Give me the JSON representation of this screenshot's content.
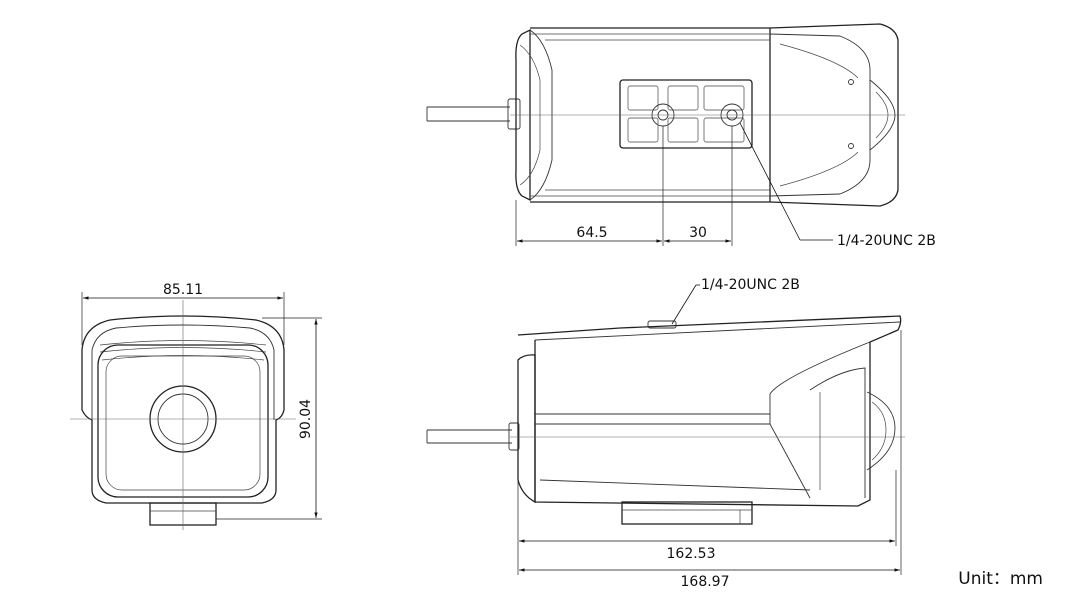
{
  "top_view": {
    "dim_bracket_offset": "64.5",
    "dim_hole_spacing": "30",
    "thread_label": "1/4-20UNC 2B"
  },
  "front_view": {
    "dim_width": "85.11",
    "dim_height": "90.04"
  },
  "side_view": {
    "thread_label": "1/4-20UNC 2B",
    "dim_body_length": "162.53",
    "dim_overall_length": "168.97"
  },
  "unit_label": "Unit：mm"
}
